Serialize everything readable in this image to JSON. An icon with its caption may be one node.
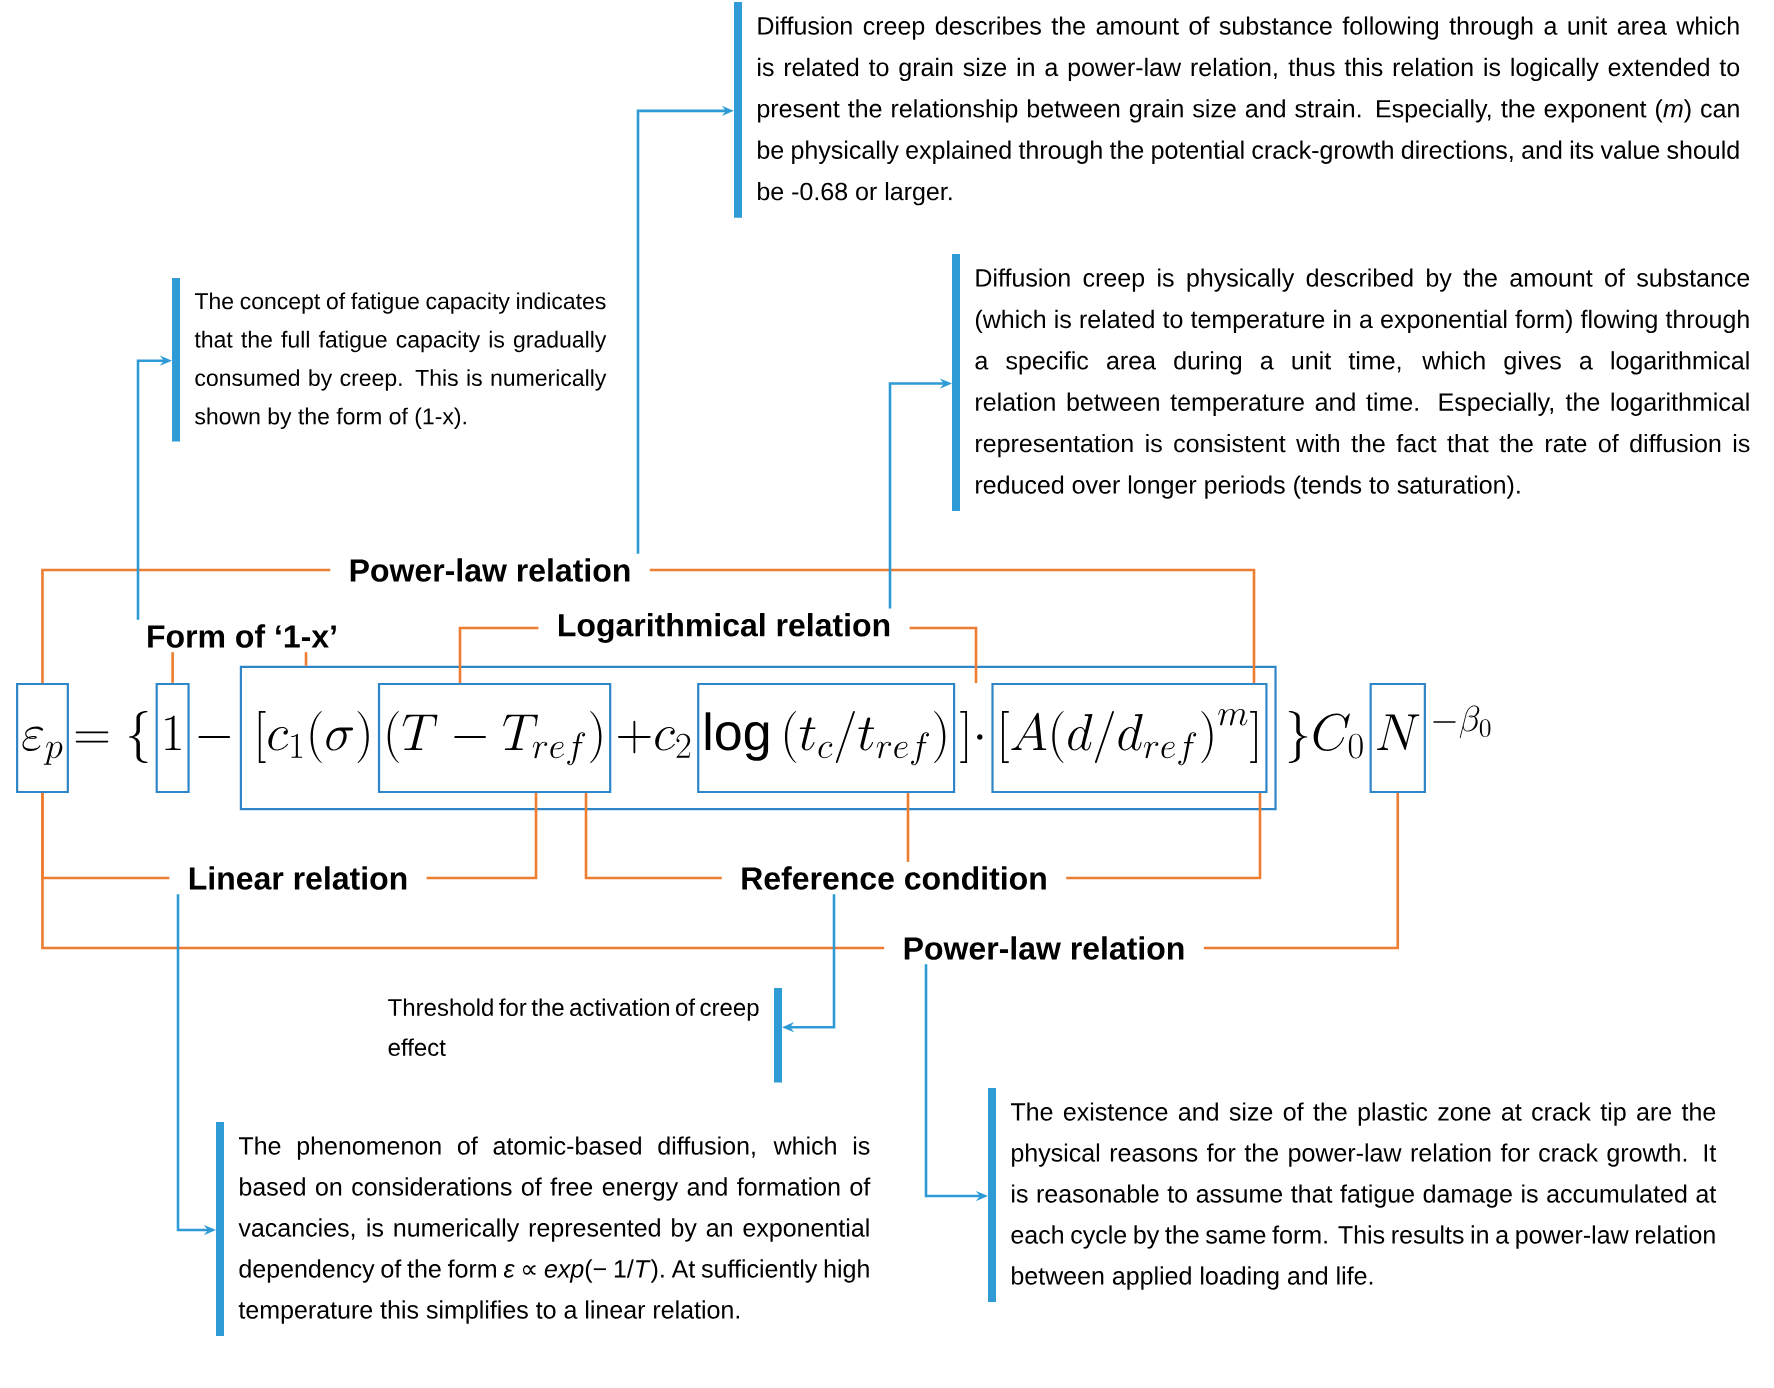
{
  "diagram": {
    "nodes": [
      {
        "text": [
          "\\varepsilon_p"
        ]
      },
      {
        "text": [
          "1"
        ]
      },
      {
        "text": [
          "\\Big[c_1(\\sigma)",
          "+c_2",
          "\\Big]\\cdot"
        ]
      },
      {
        "text": [
          "\\Big(T-T_{ref}\\Big)"
        ],
        "in": 2
      },
      {
        "text": [
          "\\log\\Big(t_c/t_{ref}\\Big)"
        ],
        "in": 2
      },
      {
        "text": [
          "\\Big[A\\Big(d/d_{ref}\\Big)^{m}\\Big]"
        ],
        "in": 2
      },
      {
        "text": [
          "N"
        ]
      },
      {
        "text": [
          "Power-law relation"
        ]
      },
      {
        "text": [
          "Form of ‘1-x’"
        ]
      },
      {
        "text": [
          "Logarithmical relation"
        ]
      },
      {
        "text": [
          "Linear relation"
        ]
      },
      {
        "text": [
          "Reference condition"
        ]
      },
      {
        "text": [
          "Power-law relation"
        ]
      },
      {
        "text": [
          "Diffusion creep describes the amount of substance following through a unit area which is related to grain size in a power-law relation, thus this relation is logically extended to present the relationship between grain size and strain. Especially, the exponent (*m*) can be physically explained through the potential crack-growth directions, and its value should be -0.68 or larger."
        ]
      },
      {
        "text": [
          "The concept of fatigue capacity indicates that the full fatigue capacity is gradually consumed by creep. This is numerically shown by the form of (1-x)."
        ]
      },
      {
        "text": [
          "Diffusion creep is physically described by the amount of substance (which is related to temperature in a exponential form) flowing through a specific area during a unit time, which gives a logarithmical relation between temperature and time. Especially, the logarithmical representation is consistent with the fact that the rate of diffusion is reduced over longer periods (tends to saturation)."
        ]
      },
      {
        "text": [
          "Threshold for the activation of creep effect"
        ]
      },
      {
        "text": [
          "The phenomenon of atomic-based diffusion, which is based on considerations of free energy and formation of vacancies, is numerically represented by an exponential dependency of the form *ε ∝ exp*(− 1/*T*). At sufficiently high temperature this simplifies to a linear relation."
        ]
      },
      {
        "text": [
          "The existence and size of the plastic zone at crack tip are the physical reasons for the power-law relation for crack growth. It is reasonable to assume that fatigue damage is accumulated at each cycle by the same form. This results in a power-law relation between applied loading and life."
        ]
      }
    ],
    "edges": [
      {
        "from": 7,
        "to": 0,
        "arrow": "none"
      },
      {
        "from": 7,
        "to": 5,
        "arrow": "none"
      },
      {
        "from": 8,
        "to": 1,
        "arrow": "none"
      },
      {
        "from": 8,
        "to": 2,
        "arrow": "none"
      },
      {
        "from": 9,
        "to": 3,
        "arrow": "none"
      },
      {
        "from": 9,
        "to": 4,
        "arrow": "none"
      },
      {
        "from": 10,
        "to": 0,
        "arrow": "none"
      },
      {
        "from": 10,
        "to": 3,
        "arrow": "none"
      },
      {
        "from": 11,
        "to": 3,
        "arrow": "none"
      },
      {
        "from": 11,
        "to": 4,
        "arrow": "none"
      },
      {
        "from": 11,
        "to": 5,
        "arrow": "none"
      },
      {
        "from": 12,
        "to": 0,
        "arrow": "none"
      },
      {
        "from": 12,
        "to": 6,
        "arrow": "none"
      },
      {
        "from": 7,
        "to": 13,
        "arrow": "to",
        "color": "#2e9bd6"
      },
      {
        "from": 8,
        "to": 14,
        "arrow": "to",
        "color": "#2e9bd6"
      },
      {
        "from": 9,
        "to": 15,
        "arrow": "to",
        "color": "#2e9bd6"
      },
      {
        "from": 10,
        "to": 17,
        "arrow": "to",
        "color": "#2e9bd6"
      },
      {
        "from": 11,
        "to": 16,
        "arrow": "to",
        "color": "#2e9bd6"
      },
      {
        "from": 12,
        "to": 18,
        "arrow": "to",
        "color": "#2e9bd6"
      }
    ],
    "labels": [
      "=\\Big\\{",
      "-",
      "\\Big\\}C_0",
      "^{-\\beta_0}"
    ]
  }
}
